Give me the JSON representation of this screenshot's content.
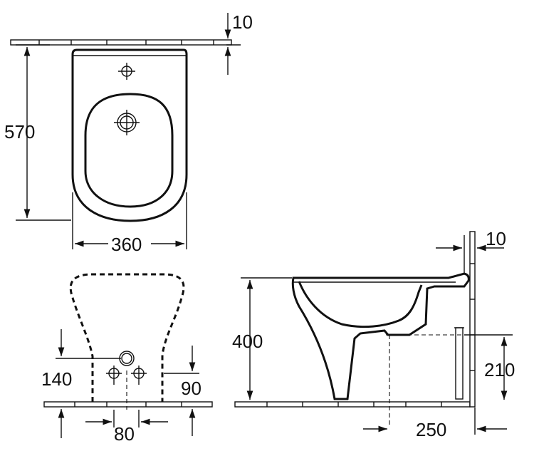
{
  "drawing": {
    "colors": {
      "line": "#111111",
      "background": "#ffffff"
    },
    "top_view": {
      "wall_gap_dimension": "10",
      "depth_dimension": "570",
      "width_dimension": "360"
    },
    "back_view": {
      "inlet_height_dimension": "140",
      "side_height_dimension": "90",
      "spacing_dimension": "80"
    },
    "side_view": {
      "wall_gap_dimension": "10",
      "bowl_height_dimension": "400",
      "drain_height_dimension": "210",
      "drain_offset_dimension": "250"
    }
  }
}
